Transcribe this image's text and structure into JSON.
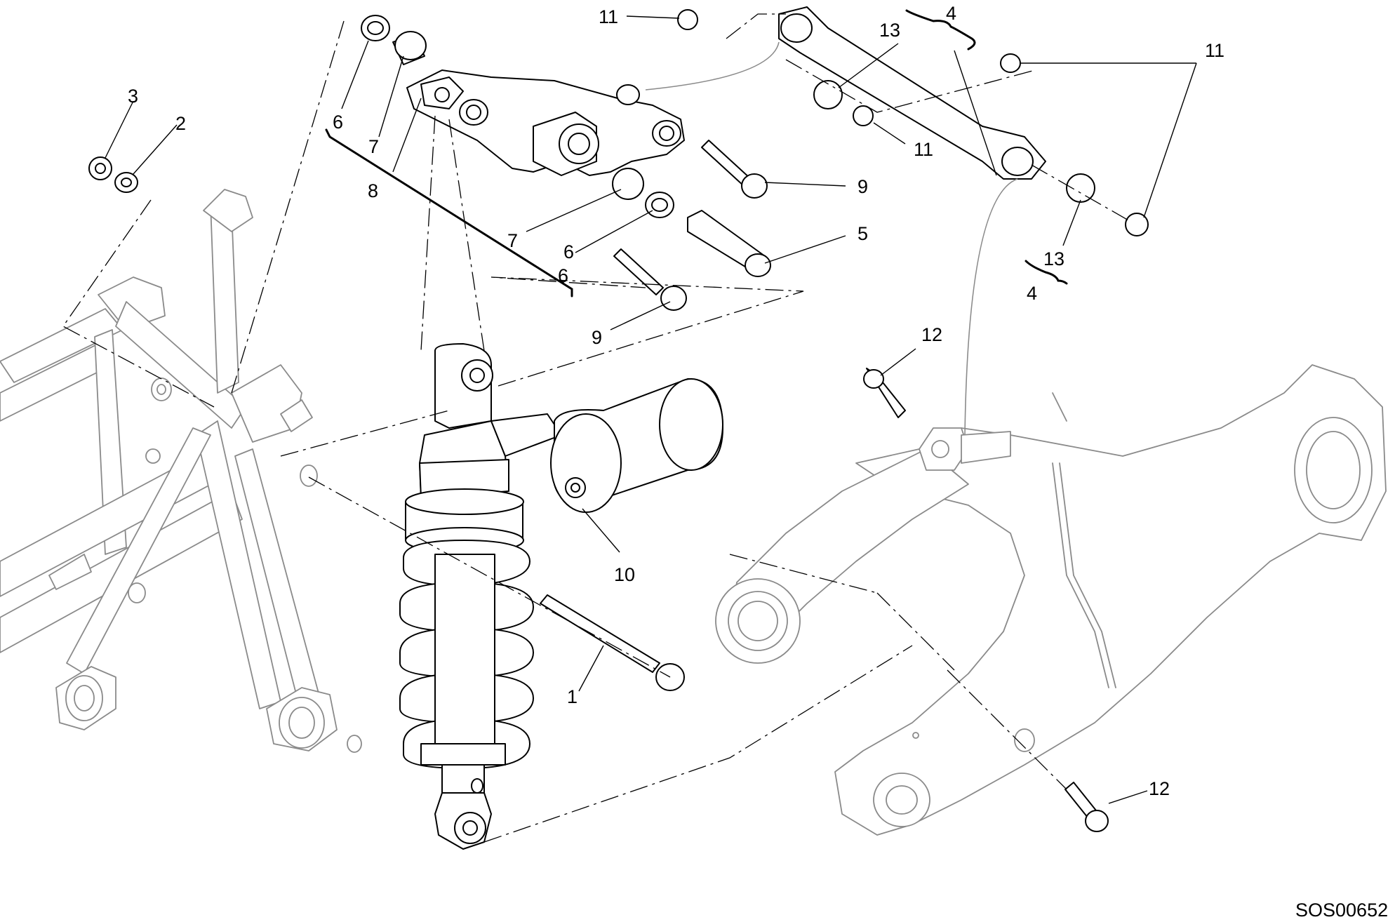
{
  "diagram_code": "SOS00652",
  "callouts": {
    "c1": "1",
    "c2": "2",
    "c3": "3",
    "c4_top": "4",
    "c4_bottom": "4",
    "c5": "5",
    "c6_top": "6",
    "c6_mid": "6",
    "c6_bracket": "6",
    "c7_top": "7",
    "c7_mid": "7",
    "c8": "8",
    "c9_top": "9",
    "c9_bottom": "9",
    "c10": "10",
    "c11_top": "11",
    "c11_mid": "11",
    "c11_right": "11",
    "c12_top": "12",
    "c12_bottom": "12",
    "c13_top": "13",
    "c13_bottom": "13"
  }
}
